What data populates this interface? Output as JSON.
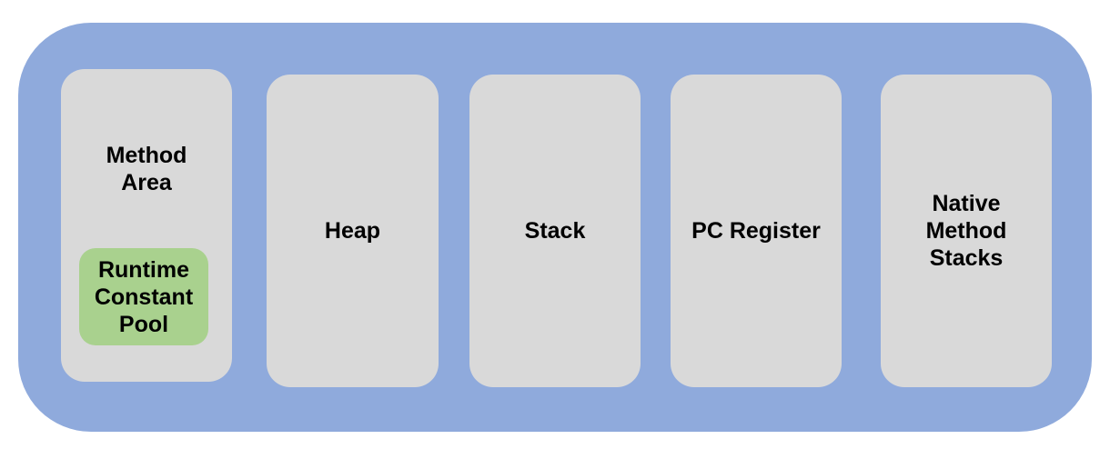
{
  "diagram": {
    "method_area": {
      "label": "Method\nArea",
      "runtime_constant_pool": "Runtime\nConstant\nPool"
    },
    "heap": "Heap",
    "stack": "Stack",
    "pc_register": "PC Register",
    "native_method_stacks": "Native\nMethod\nStacks"
  },
  "colors": {
    "container": "#8faadc",
    "area": "#d9d9d9",
    "runtime_constant_pool": "#a9d18e",
    "text": "#000000"
  }
}
